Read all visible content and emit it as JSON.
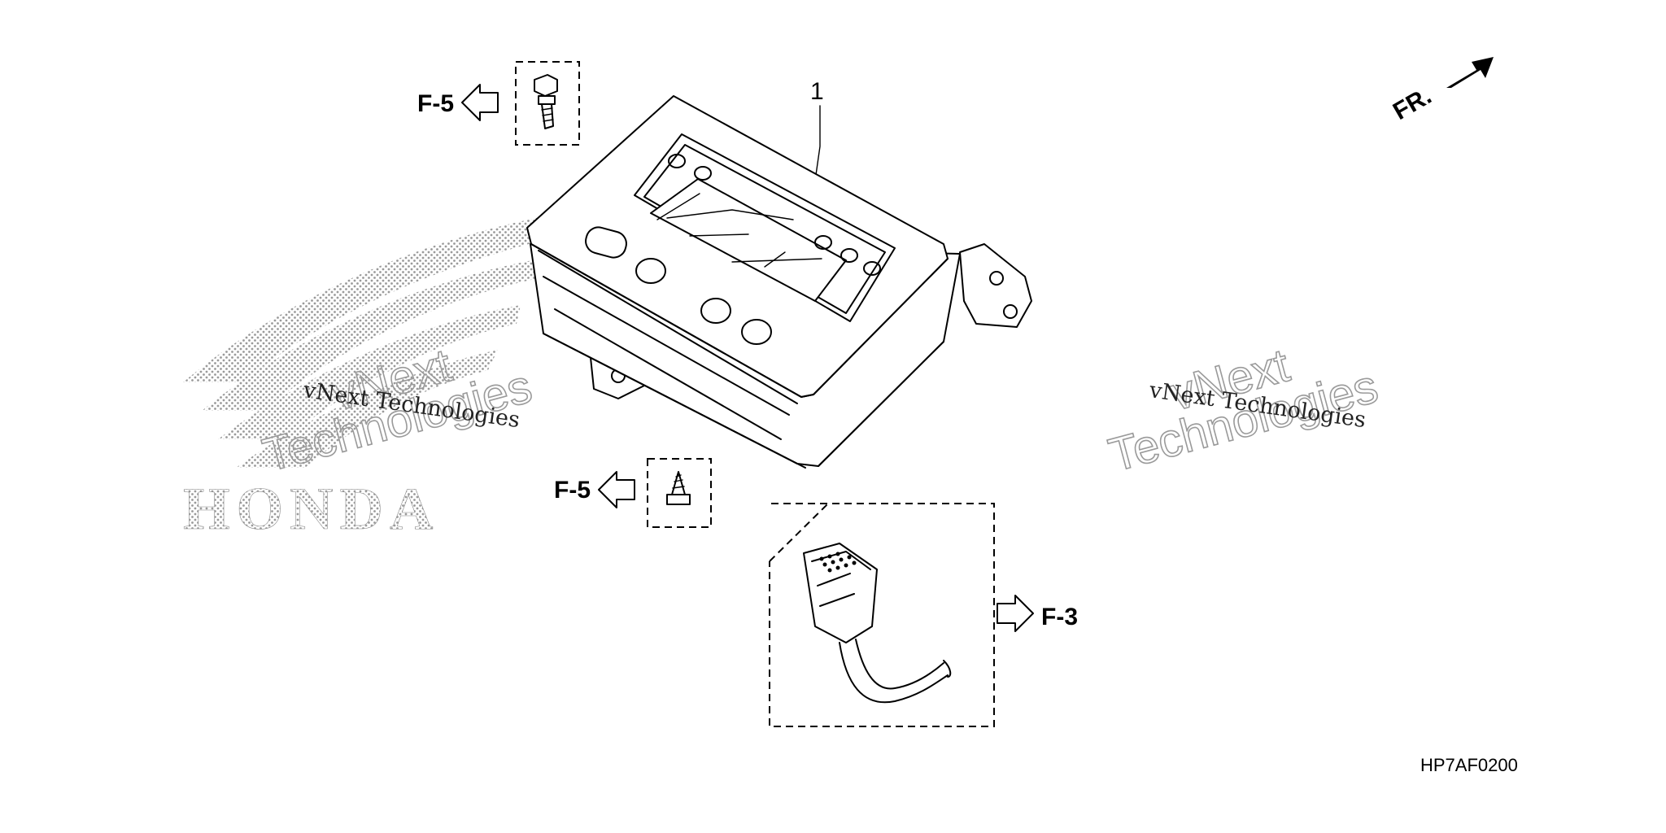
{
  "diagram": {
    "part_number_label": "1",
    "reference_labels": [
      "F-5",
      "F-5",
      "F-3"
    ],
    "front_indicator": "FR.",
    "diagram_code": "HP7AF0200",
    "watermarks": {
      "left_small": "vNext Technologies",
      "left_big_line1": "vNext",
      "left_big_line2": "Technologies",
      "right_small": "vNext Technologies",
      "right_big_line1": "vNext",
      "right_big_line2": "Technologies"
    },
    "brand_mark_text": "HONDA"
  },
  "colors": {
    "line": "#000000",
    "background": "#ffffff",
    "watermark": "#9a9a9a"
  }
}
